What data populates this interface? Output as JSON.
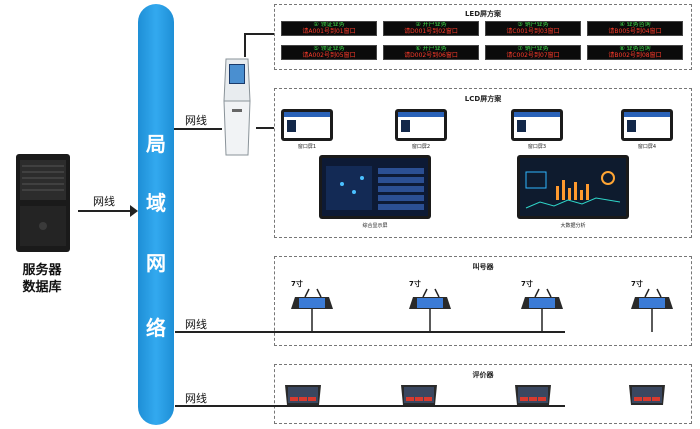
{
  "server": {
    "label_line1": "服务器",
    "label_line2": "数据库",
    "cable_label": "网线"
  },
  "bus": {
    "chars": [
      "局",
      "域",
      "网",
      "络"
    ]
  },
  "cable_labels": {
    "kiosk": "网线",
    "caller": "网线",
    "evaluator": "网线"
  },
  "led_section": {
    "title": "LED屏方案",
    "rows": [
      [
        {
          "top": "① 领证业务",
          "bottom": "请A001号到01窗口"
        },
        {
          "top": "② 开户业务",
          "bottom": "请D001号到02窗口"
        },
        {
          "top": "③ 销户业务",
          "bottom": "请C001号到03窗口"
        },
        {
          "top": "④ 业务咨询",
          "bottom": "请B005号到04窗口"
        }
      ],
      [
        {
          "top": "⑤ 领证业务",
          "bottom": "请A002号到05窗口"
        },
        {
          "top": "⑥ 开户业务",
          "bottom": "请D002号到06窗口"
        },
        {
          "top": "⑦ 销户业务",
          "bottom": "请C002号到07窗口"
        },
        {
          "top": "⑧ 业务咨询",
          "bottom": "请B002号到08窗口"
        }
      ]
    ]
  },
  "lcd_section": {
    "title": "LCD屏方案",
    "window_screens": [
      "窗口屏1",
      "窗口屏2",
      "窗口屏3",
      "窗口屏4"
    ],
    "big_screens": [
      "综合显示屏",
      "大数据分析"
    ]
  },
  "caller_section": {
    "title": "叫号器",
    "size_label": "7寸",
    "count": 4
  },
  "evaluator_section": {
    "title": "评价器",
    "count": 4
  },
  "colors": {
    "bus": "#2aa0e6",
    "led_green": "#3fe04a",
    "led_red": "#ff3a2a"
  }
}
